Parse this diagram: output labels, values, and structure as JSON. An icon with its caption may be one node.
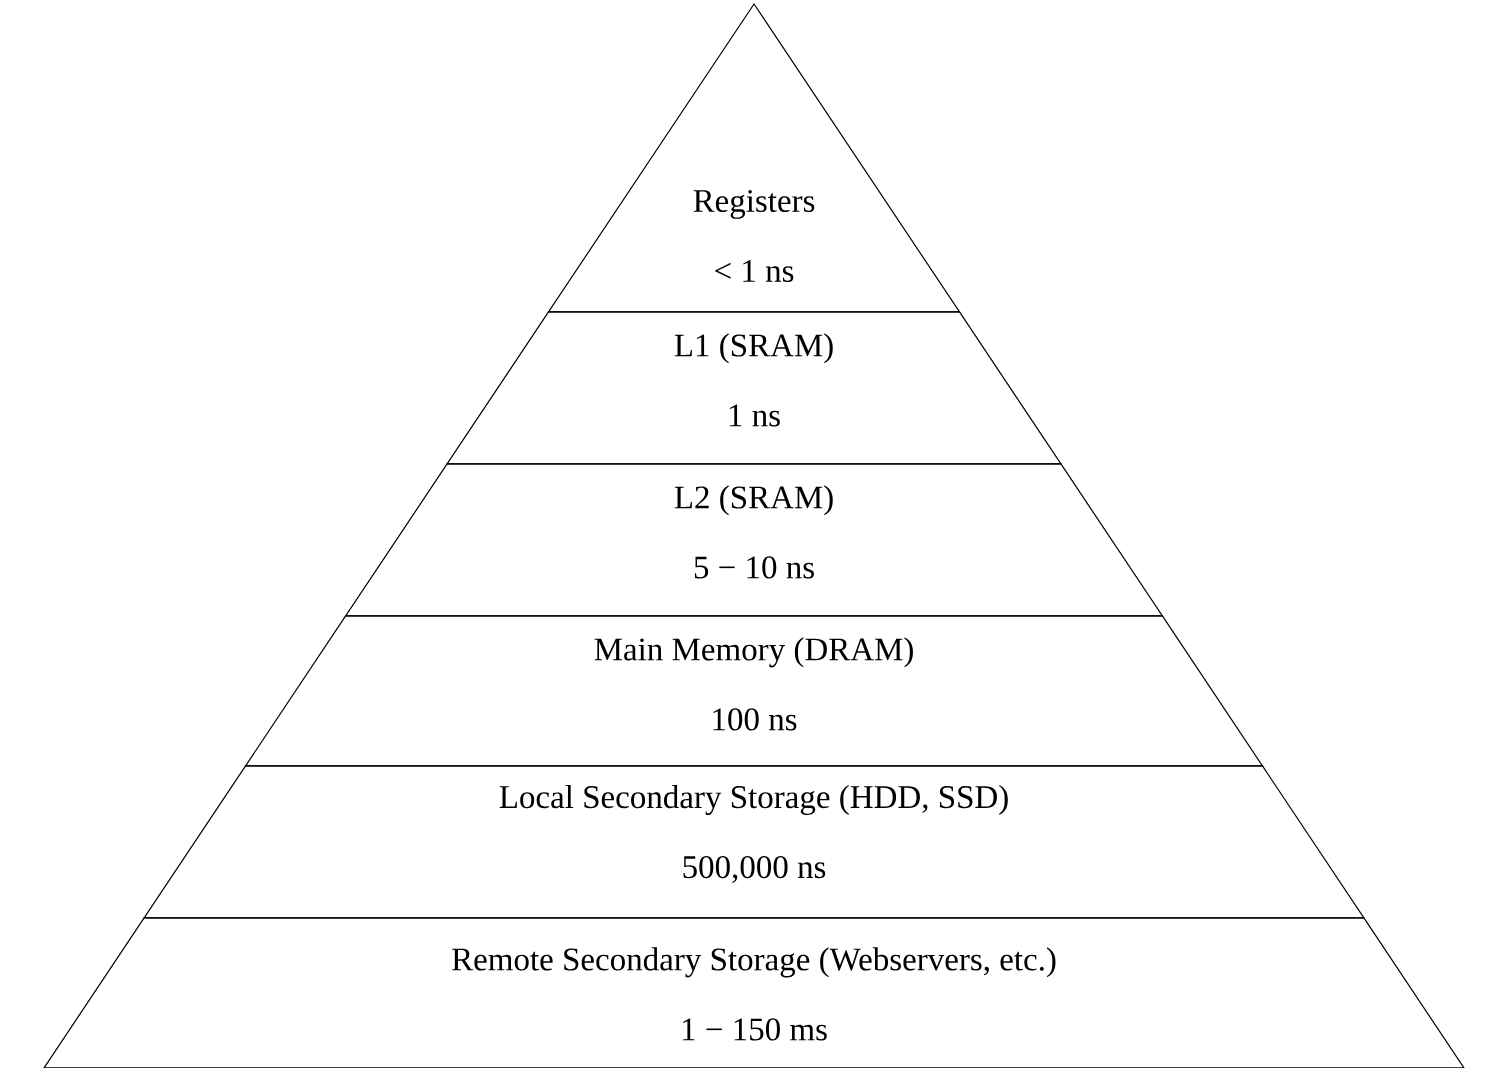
{
  "diagram": {
    "nodes": [
      {
        "text": [
          "Registers",
          "< 1 ns"
        ]
      },
      {
        "text": [
          "L1 (SRAM)",
          "1 ns"
        ]
      },
      {
        "text": [
          "L2 (SRAM)",
          "5 − 10 ns"
        ]
      },
      {
        "text": [
          "Main Memory (DRAM)",
          "100 ns"
        ]
      },
      {
        "text": [
          "Local Secondary Storage (HDD, SSD)",
          "500,000 ns"
        ]
      },
      {
        "text": [
          "Remote Secondary Storage (Webservers, etc.)",
          "1 − 150 ms"
        ]
      }
    ]
  }
}
